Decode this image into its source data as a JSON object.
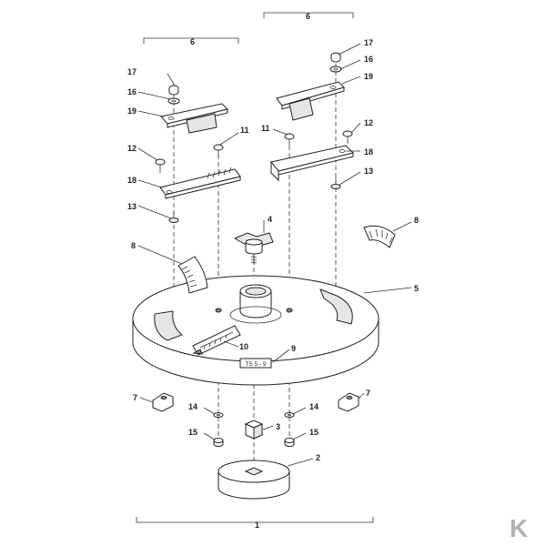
{
  "labels": {
    "l1": "1",
    "l2": "2",
    "l3": "3",
    "l4": "4",
    "l5": "5",
    "l6a": "6",
    "l6b": "6",
    "l7a": "7",
    "l7b": "7",
    "l8a": "8",
    "l8b": "8",
    "l9": "9",
    "l10": "10",
    "l11a": "11",
    "l11b": "11",
    "l12a": "12",
    "l12b": "12",
    "l13a": "13",
    "l13b": "13",
    "l14a": "14",
    "l14b": "14",
    "l15a": "15",
    "l15b": "15",
    "l16a": "16",
    "l16b": "16",
    "l17a": "17",
    "l17b": "17",
    "l18a": "18",
    "l18b": "18",
    "l19a": "19",
    "l19b": "19"
  },
  "plate_text": "TS 5 - 9",
  "logo": "K",
  "colors": {
    "line": "#222222",
    "logo": "#b0b0b0"
  }
}
